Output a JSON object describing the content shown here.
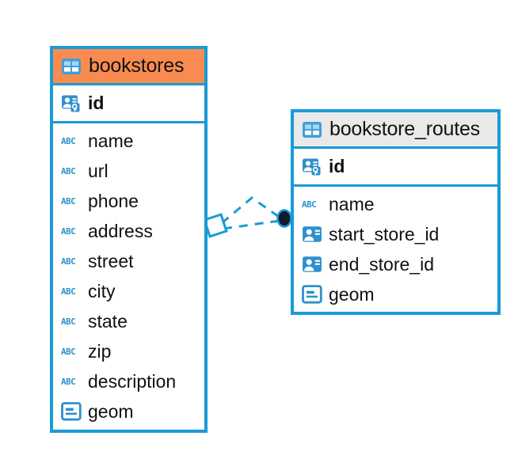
{
  "diagram": {
    "kind": "entity-relationship-diagram",
    "background": "#ffffff",
    "accent_blue": "#1a9ad7",
    "header_orange": "#f98b50",
    "header_gray": "#e9e9e9",
    "text_color": "#111111",
    "endpoint_dark": "#0d1b2a"
  },
  "tables": [
    {
      "name": "bookstores",
      "header_style": "orange",
      "table_icon": "table-grid-icon",
      "primary_keys": [
        {
          "name": "id",
          "icon": "primary-key-icon",
          "type_hint": "key"
        }
      ],
      "columns": [
        {
          "name": "name",
          "icon": "abc-text-icon",
          "type_hint": "text"
        },
        {
          "name": "url",
          "icon": "abc-text-icon",
          "type_hint": "text"
        },
        {
          "name": "phone",
          "icon": "abc-text-icon",
          "type_hint": "text"
        },
        {
          "name": "address",
          "icon": "abc-text-icon",
          "type_hint": "text"
        },
        {
          "name": "street",
          "icon": "abc-text-icon",
          "type_hint": "text"
        },
        {
          "name": "city",
          "icon": "abc-text-icon",
          "type_hint": "text"
        },
        {
          "name": "state",
          "icon": "abc-text-icon",
          "type_hint": "text"
        },
        {
          "name": "zip",
          "icon": "abc-text-icon",
          "type_hint": "text"
        },
        {
          "name": "description",
          "icon": "abc-text-icon",
          "type_hint": "text"
        },
        {
          "name": "geom",
          "icon": "geometry-icon",
          "type_hint": "geometry"
        }
      ]
    },
    {
      "name": "bookstore_routes",
      "header_style": "gray",
      "table_icon": "table-grid-icon",
      "primary_keys": [
        {
          "name": "id",
          "icon": "primary-key-icon",
          "type_hint": "key"
        }
      ],
      "columns": [
        {
          "name": "name",
          "icon": "abc-text-icon",
          "type_hint": "text"
        },
        {
          "name": "start_store_id",
          "icon": "foreign-key-icon",
          "type_hint": "reference"
        },
        {
          "name": "end_store_id",
          "icon": "foreign-key-icon",
          "type_hint": "reference"
        },
        {
          "name": "geom",
          "icon": "geometry-icon",
          "type_hint": "geometry"
        }
      ]
    }
  ],
  "relationship": {
    "from_table": "bookstores",
    "to_table": "bookstore_routes",
    "source_marker": "diamond-marker",
    "target_marker": "filled-circle-marker",
    "line_style": "dashed",
    "line_color": "#1a9ad7"
  }
}
